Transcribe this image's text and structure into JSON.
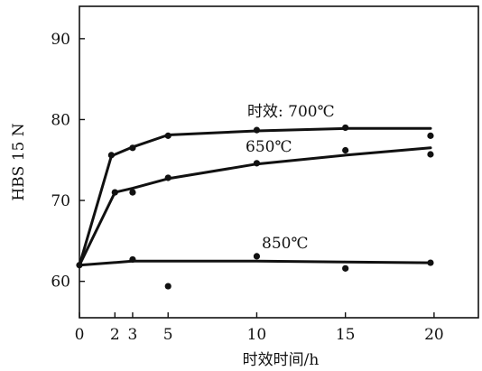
{
  "chart_data": {
    "type": "line",
    "title": "",
    "xlabel": "时效时间/h",
    "ylabel": "HBS 15 N",
    "xlim": [
      0,
      22.5
    ],
    "ylim": [
      55.5,
      94
    ],
    "x_ticks": [
      0,
      2,
      3,
      5,
      10,
      15,
      20
    ],
    "y_ticks": [
      60,
      70,
      80,
      90
    ],
    "grid": false,
    "series": [
      {
        "name": "时效: 700℃",
        "curve": [
          [
            0,
            62
          ],
          [
            1.8,
            75.5
          ],
          [
            3,
            76.6
          ],
          [
            5,
            78.1
          ],
          [
            10,
            78.6
          ],
          [
            15,
            78.9
          ],
          [
            19.8,
            78.9
          ]
        ],
        "points": [
          [
            1.8,
            75.6
          ],
          [
            3,
            76.5
          ],
          [
            5,
            78.0
          ],
          [
            10,
            78.7
          ],
          [
            15,
            79.0
          ],
          [
            19.8,
            78.0
          ]
        ]
      },
      {
        "name": "650℃",
        "curve": [
          [
            0,
            62
          ],
          [
            2,
            71.0
          ],
          [
            3,
            71.5
          ],
          [
            5,
            72.7
          ],
          [
            10,
            74.5
          ],
          [
            15,
            75.6
          ],
          [
            19.8,
            76.5
          ]
        ],
        "points": [
          [
            2,
            71.0
          ],
          [
            3,
            71.0
          ],
          [
            5,
            72.8
          ],
          [
            10,
            74.6
          ],
          [
            15,
            76.2
          ],
          [
            19.8,
            75.7
          ]
        ]
      },
      {
        "name": "850℃",
        "curve": [
          [
            0,
            62
          ],
          [
            3,
            62.5
          ],
          [
            10,
            62.5
          ],
          [
            15,
            62.4
          ],
          [
            19.8,
            62.3
          ]
        ],
        "points": [
          [
            0,
            62.0
          ],
          [
            3,
            62.7
          ],
          [
            5,
            59.4
          ],
          [
            10,
            63.1
          ],
          [
            15,
            61.6
          ],
          [
            19.8,
            62.3
          ]
        ]
      }
    ]
  }
}
